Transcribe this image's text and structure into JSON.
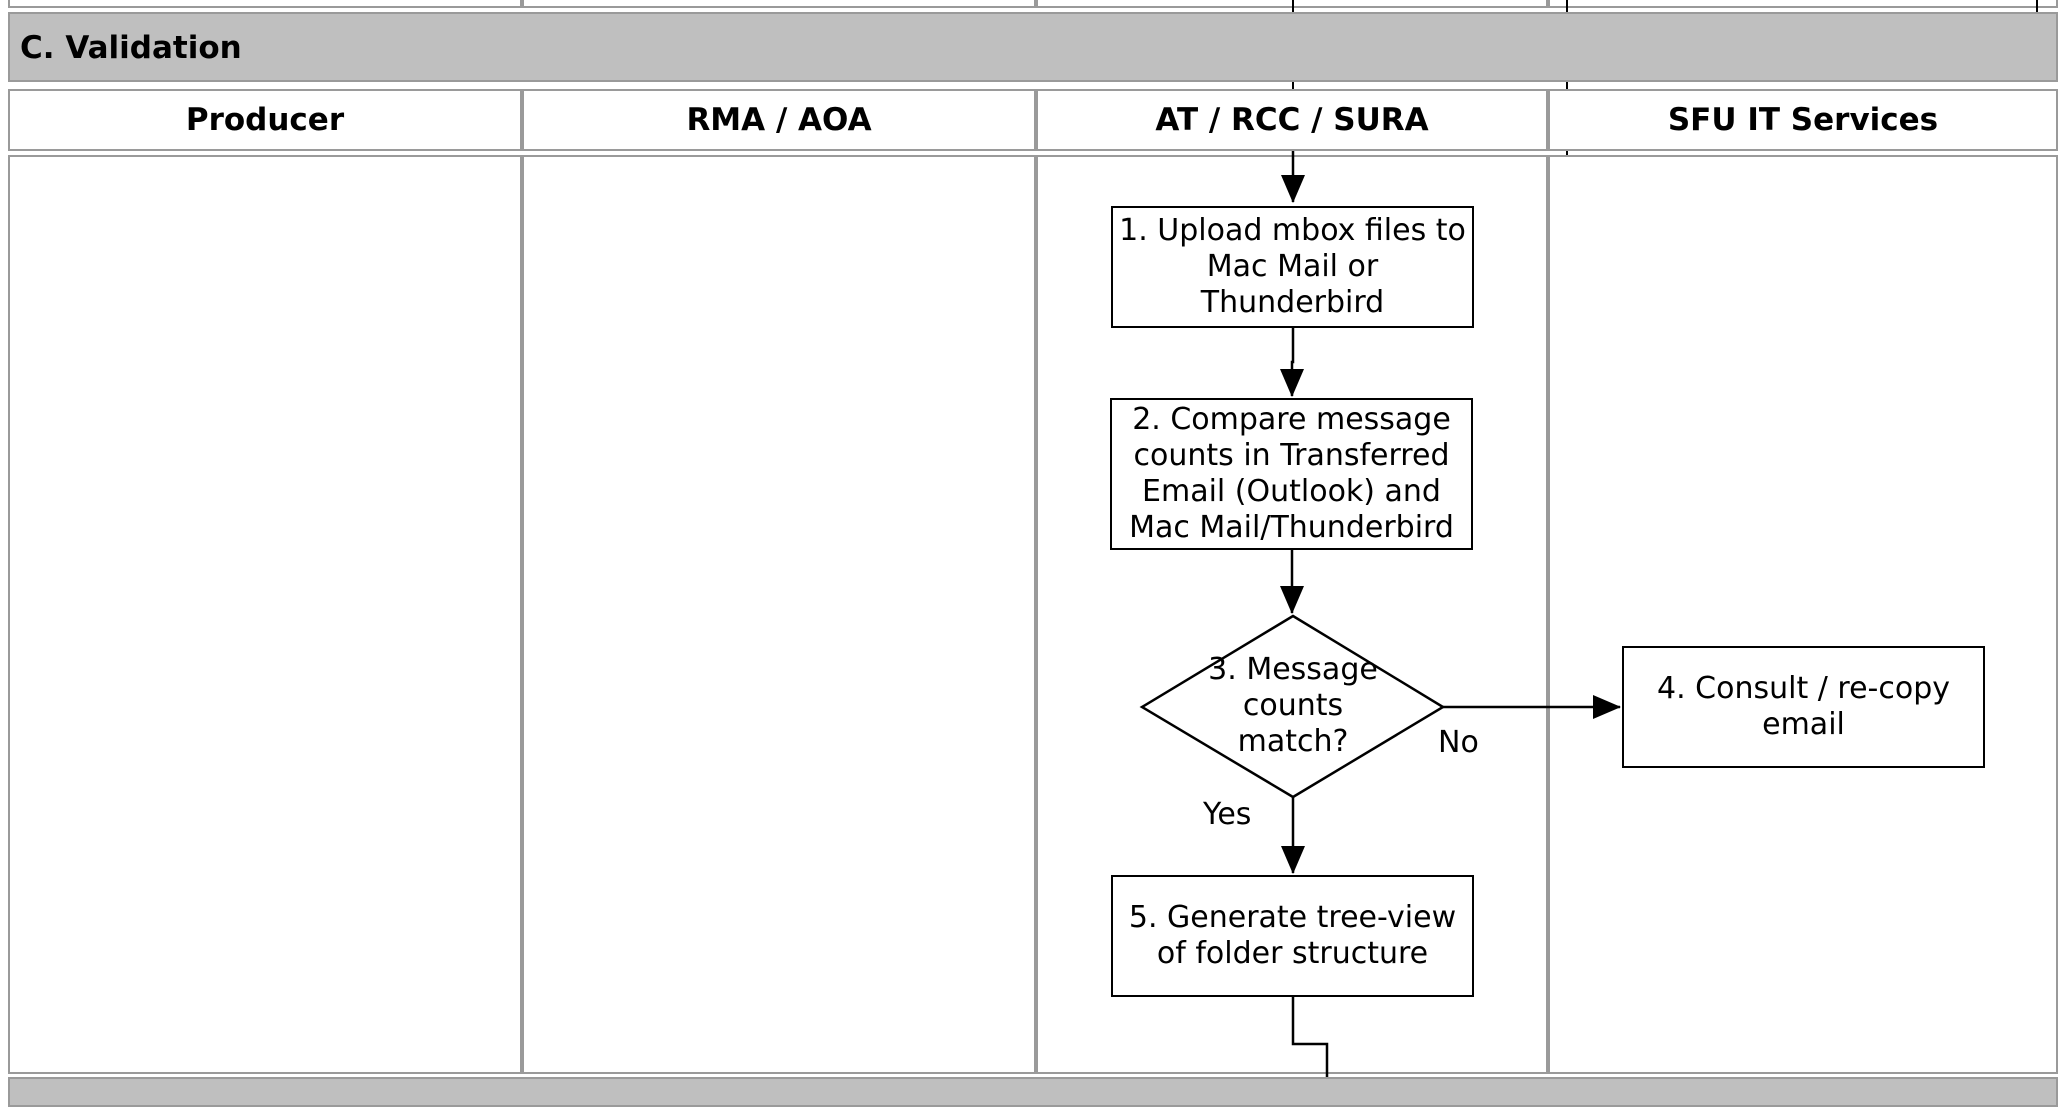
{
  "section": {
    "title": "C. Validation"
  },
  "lanes": [
    {
      "label": "Producer"
    },
    {
      "label": "RMA / AOA"
    },
    {
      "label": "AT / RCC / SURA"
    },
    {
      "label": "SFU IT Services"
    }
  ],
  "steps": {
    "s1": "1. Upload mbox files to Mac Mail or Thunderbird",
    "s2": "2. Compare message counts in Transferred Email (Outlook) and Mac Mail/Thunderbird",
    "s3": "3. Message counts match?",
    "s4": "4. Consult / re-copy email",
    "s5": "5. Generate tree-view of folder structure"
  },
  "edges": {
    "no_label": "No",
    "yes_label": "Yes"
  }
}
